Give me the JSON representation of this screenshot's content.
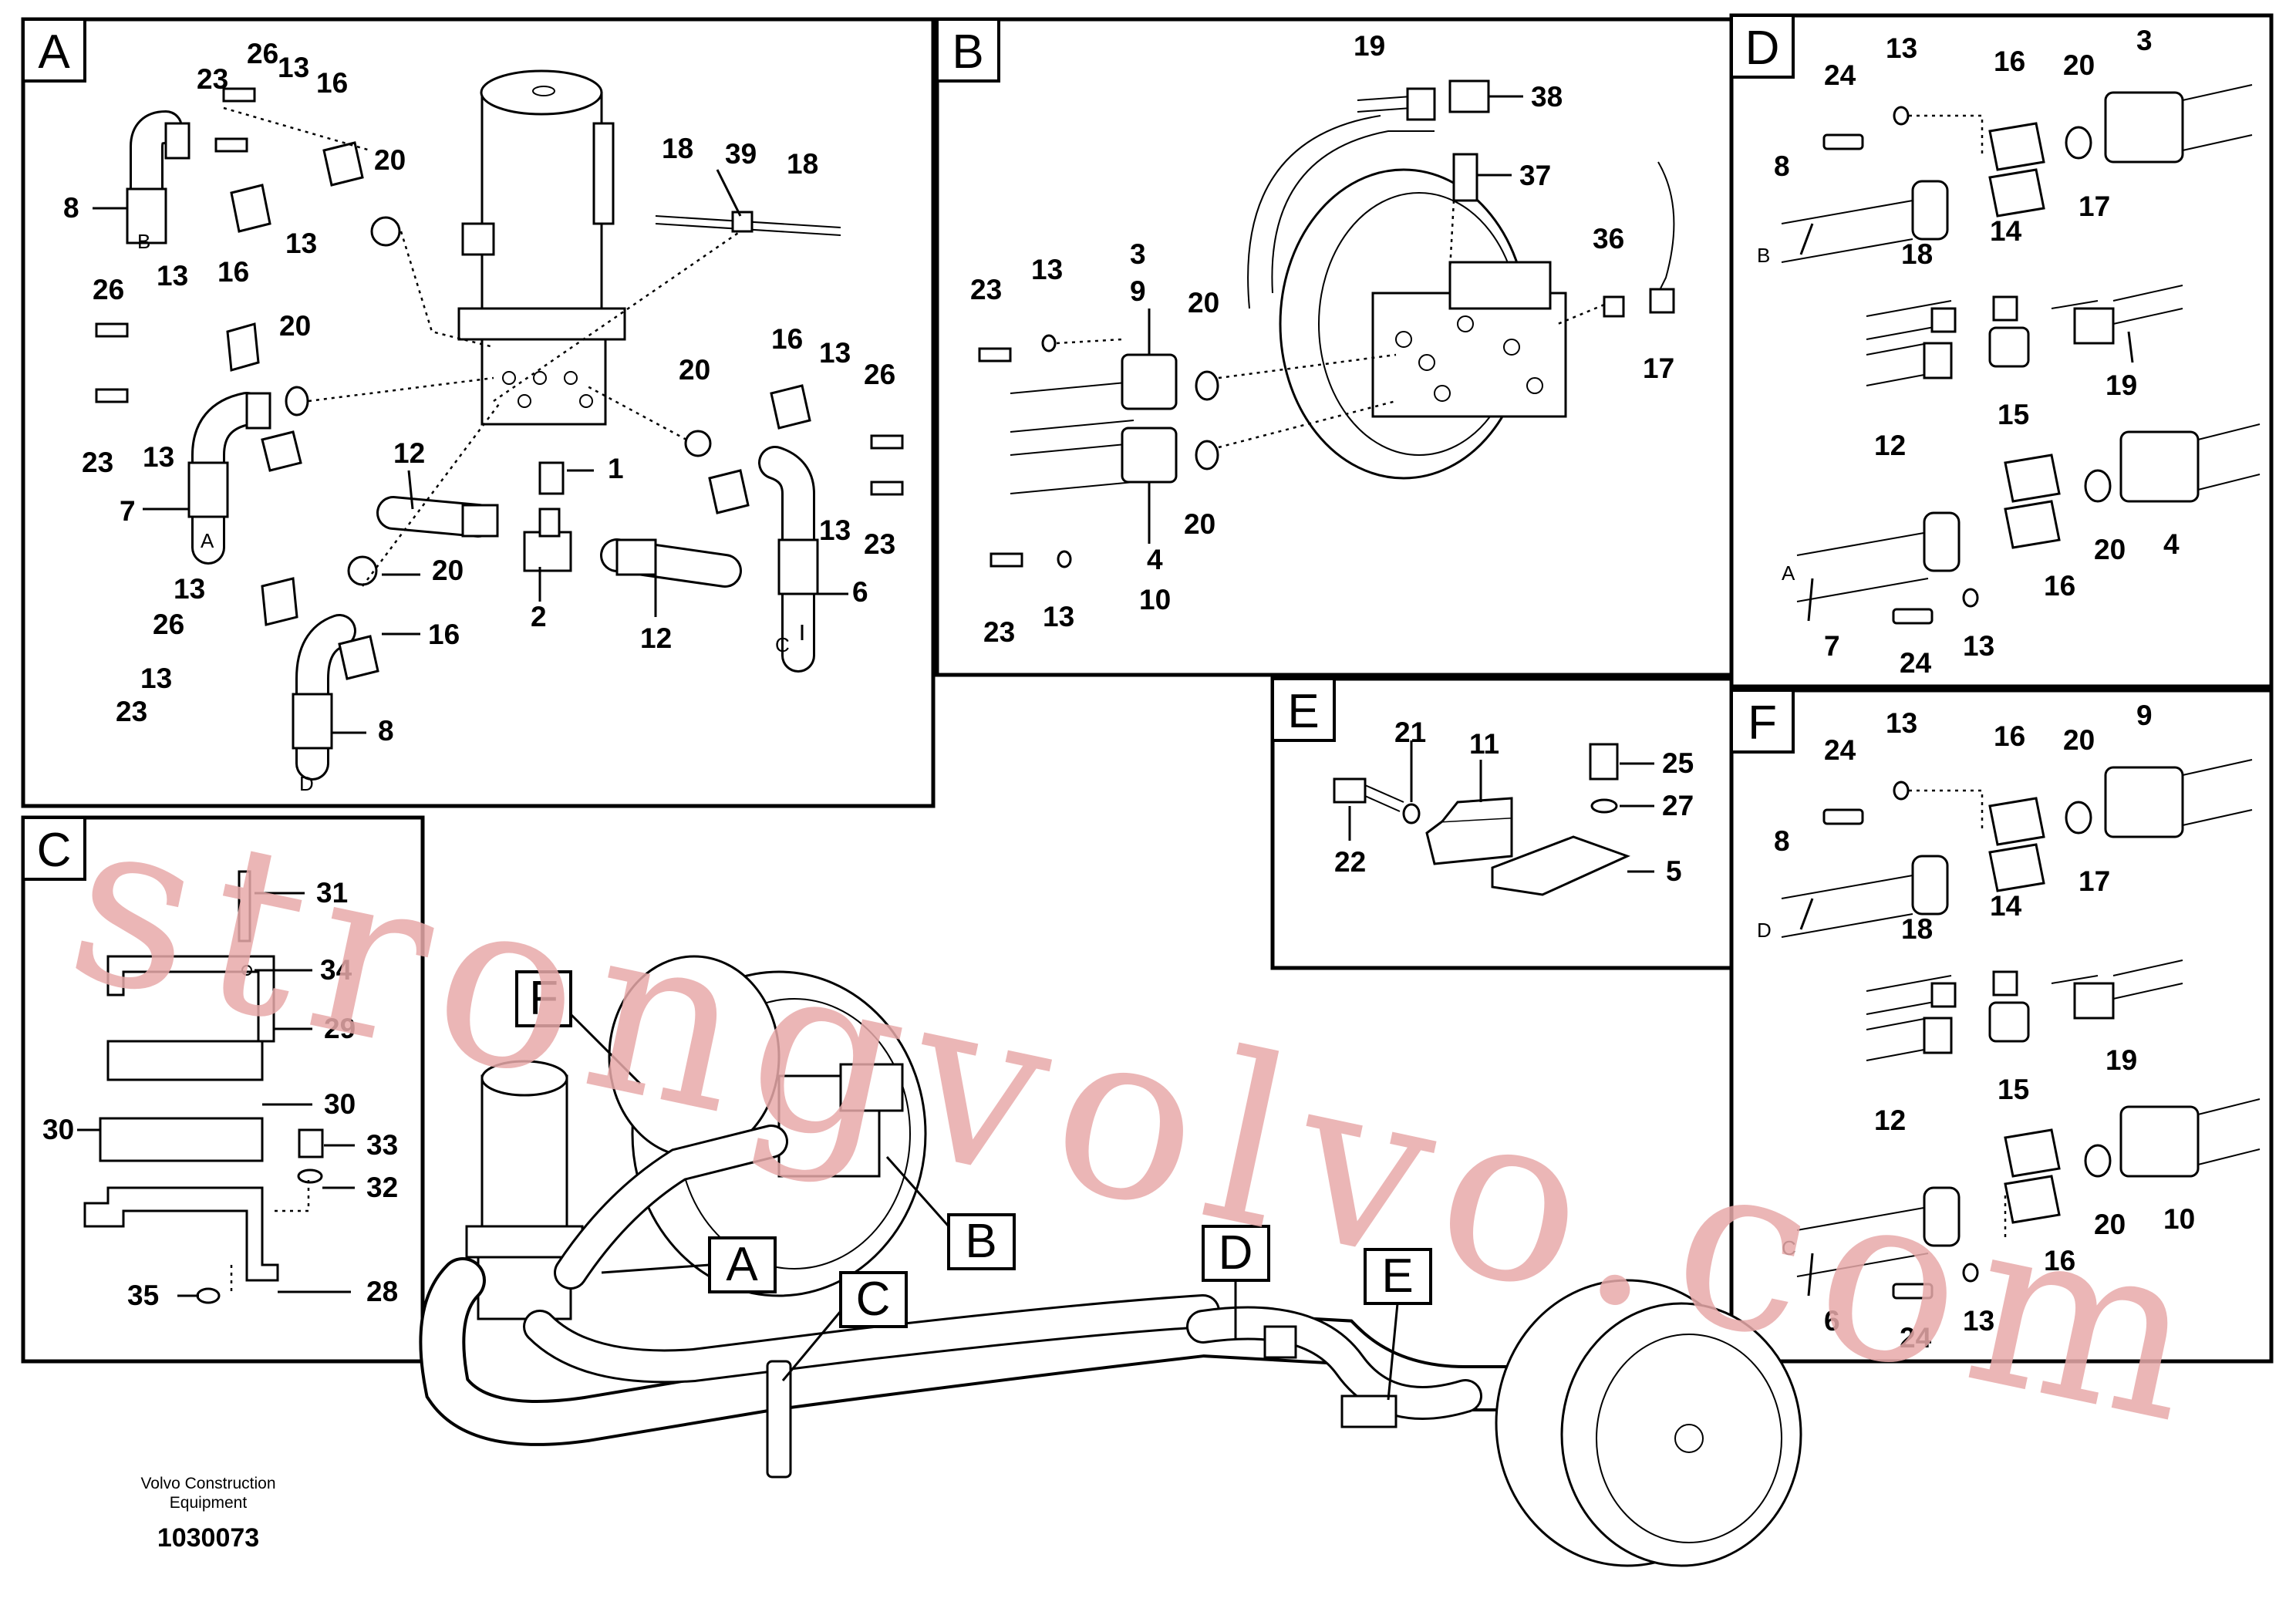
{
  "panels": {
    "A": {
      "tag": "A",
      "labels": [
        "26",
        "23",
        "13",
        "16",
        "8",
        "B",
        "20",
        "13",
        "18",
        "39",
        "18",
        "26",
        "13",
        "16",
        "20",
        "23",
        "13",
        "7",
        "A",
        "16",
        "13",
        "26",
        "20",
        "13",
        "23",
        "12",
        "1",
        "20",
        "2",
        "12",
        "6",
        "C",
        "13",
        "26",
        "13",
        "16",
        "23",
        "8",
        "D"
      ]
    },
    "B": {
      "tag": "B",
      "labels": [
        "19",
        "38",
        "37",
        "36",
        "17",
        "3",
        "9",
        "23",
        "13",
        "20",
        "20",
        "23",
        "13",
        "4",
        "10"
      ]
    },
    "C": {
      "tag": "C",
      "labels": [
        "31",
        "34",
        "29",
        "30",
        "30",
        "33",
        "32",
        "35",
        "28"
      ]
    },
    "D": {
      "tag": "D",
      "labels": [
        "24",
        "13",
        "16",
        "20",
        "3",
        "8",
        "B",
        "14",
        "17",
        "18",
        "19",
        "15",
        "12",
        "20",
        "4",
        "A",
        "16",
        "7",
        "24",
        "13"
      ]
    },
    "E": {
      "tag": "E",
      "labels": [
        "21",
        "11",
        "25",
        "27",
        "22",
        "5"
      ]
    },
    "F": {
      "tag": "F",
      "labels": [
        "24",
        "13",
        "16",
        "20",
        "9",
        "8",
        "D",
        "14",
        "17",
        "18",
        "19",
        "15",
        "12",
        "20",
        "10",
        "C",
        "16",
        "6",
        "24",
        "13"
      ]
    }
  },
  "overview_callouts": [
    "F",
    "A",
    "B",
    "C",
    "D",
    "E"
  ],
  "watermark": "strongvolvo.com",
  "brand_line1": "Volvo Construction",
  "brand_line2": "Equipment",
  "doc_number": "1030073"
}
